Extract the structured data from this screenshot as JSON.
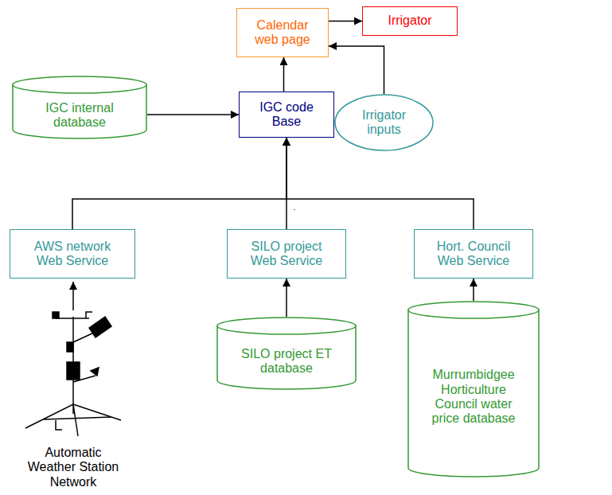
{
  "diagram": {
    "nodes": [
      {
        "text": [
          "Calendar web page"
        ]
      },
      {
        "text": [
          "Irrigator"
        ]
      },
      {
        "text": [
          "IGC internal database"
        ]
      },
      {
        "text": [
          "IGC code Base"
        ]
      },
      {
        "text": [
          "Irrigator inputs"
        ]
      },
      {
        "text": [
          "AWS network Web Service"
        ]
      },
      {
        "text": [
          "SILO project Web Service"
        ]
      },
      {
        "text": [
          "Hort. Council Web Service"
        ]
      },
      {
        "text": [
          "SILO project ET database"
        ]
      },
      {
        "text": [
          "Murrumbidgee Horticulture Council water price database"
        ]
      }
    ],
    "edges": [
      {
        "from": 0,
        "to": 1,
        "arrow": "to"
      },
      {
        "from": 2,
        "to": 3,
        "arrow": "to"
      },
      {
        "from": 3,
        "to": 0,
        "arrow": "to"
      },
      {
        "from": 4,
        "to": 0,
        "arrow": "to"
      },
      {
        "from": 5,
        "to": 3,
        "arrow": "to"
      },
      {
        "from": 6,
        "to": 3,
        "arrow": "to"
      },
      {
        "from": 7,
        "to": 3,
        "arrow": "to"
      },
      {
        "from": 8,
        "to": 6,
        "arrow": "to"
      },
      {
        "from": 9,
        "to": 7,
        "arrow": "to"
      }
    ],
    "labels": [
      ".",
      "Automatic Weather Station Network"
    ]
  }
}
